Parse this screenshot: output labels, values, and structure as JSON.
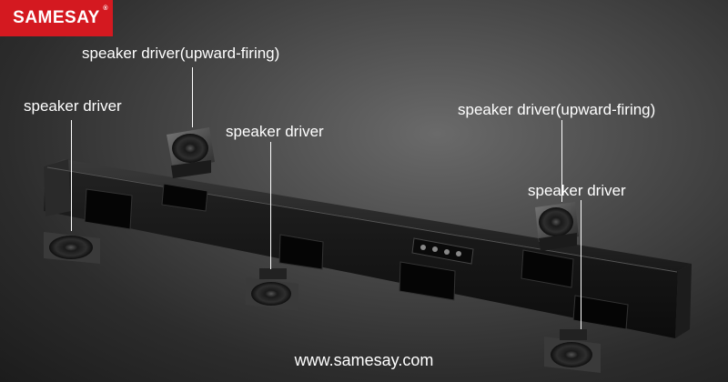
{
  "brand": {
    "logo_text": "SAMESAY",
    "registered_mark": "®",
    "brand_color": "#d41920"
  },
  "labels": {
    "upward_left": "speaker driver(upward-firing)",
    "driver_left": "speaker driver",
    "driver_center": "speaker driver",
    "upward_right": "speaker driver(upward-firing)",
    "driver_right": "speaker driver"
  },
  "website": "www.samesay.com",
  "colors": {
    "background": "#3a3a3a",
    "label_text": "#ffffff",
    "soundbar_body": "#151515"
  }
}
